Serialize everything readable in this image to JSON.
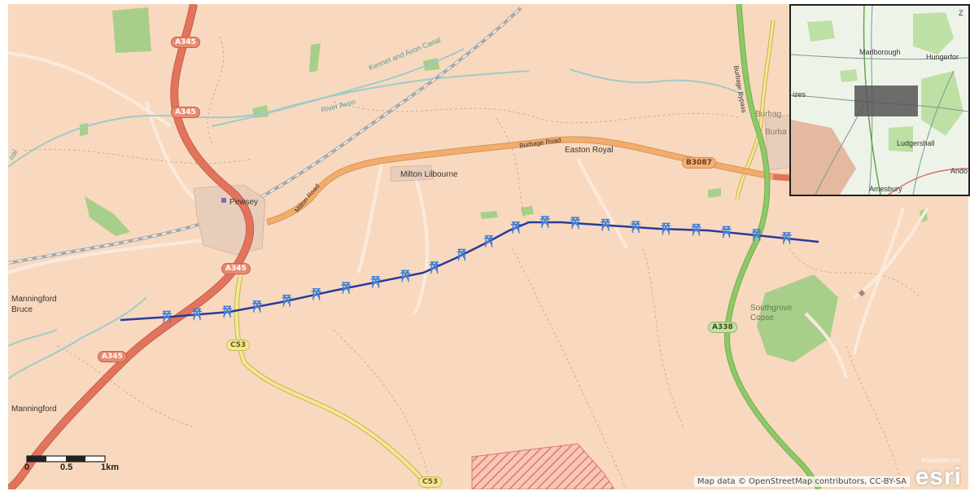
{
  "map": {
    "places": {
      "pewsey": "Pewsey",
      "milton_lilbourne": "Milton Lilbourne",
      "easton_royal": "Easton Royal",
      "manningford_bruce": "Manningford\nBruce",
      "manningford": "Manningford",
      "southgrove_copse": "Southgrove\nCopse",
      "burbage_1": "Burbag",
      "burbage_2": "Burba",
      "burbage_road": "Burbage Road",
      "milton_road": "Milton Road",
      "river_avon": "River Avon",
      "kennet_avon_canal": "Kennet and Avon Canal",
      "burbage_bypass": "Burbage Bypass",
      "canal_left": "nal"
    },
    "roads": {
      "a345": "A345",
      "b3087": "B3087",
      "a338": "A338",
      "c53": "C53"
    },
    "route": {
      "name": "",
      "pylon_count": 22,
      "color": "#2b3a9c"
    },
    "colors": {
      "background": "#f8d9bf",
      "a_road": "#e2735d",
      "b_road": "#f2ac6c",
      "trunk_road": "#8dc869",
      "minor_road": "#f0e080",
      "woodland": "#a8cf8a",
      "rail": "#999999",
      "water": "#9ecbc8",
      "route": "#2b3a9c",
      "hatched_area": "#e0766a"
    }
  },
  "inset": {
    "places": {
      "marlborough": "Marlborough",
      "hungerford": "Hungerfor",
      "devizes": "izes",
      "ludgershall": "Ludgershall",
      "andover": "Ando",
      "amesbury": "Amesbury",
      "top_right": "Z"
    }
  },
  "scale": {
    "tick_0": "0",
    "tick_1": "0.5",
    "tick_2": "1km"
  },
  "attribution": "Map data © OpenStreetMap contributors, CC-BY-SA",
  "esri": {
    "powered_by": "POWERED BY",
    "logo": "esri"
  }
}
